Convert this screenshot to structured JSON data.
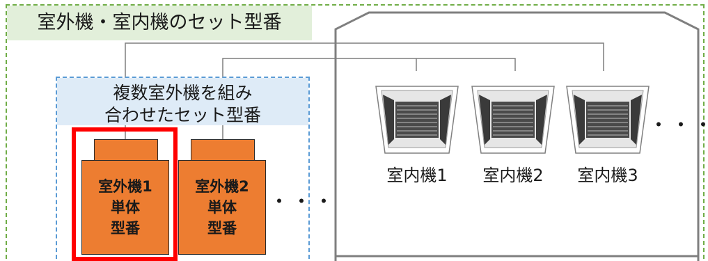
{
  "title": "室外機・室内機のセット型番",
  "set_label": {
    "line1": "複数室外機を組み",
    "line2": "合わせたセット型番"
  },
  "outdoor_units": [
    {
      "line1": "室外機1",
      "line2": "単体",
      "line3": "型番",
      "highlighted": true
    },
    {
      "line1": "室外機2",
      "line2": "単体",
      "line3": "型番",
      "highlighted": false
    }
  ],
  "outdoor_ellipsis": "・・・",
  "indoor_units": [
    {
      "label": "室内機1"
    },
    {
      "label": "室内機2"
    },
    {
      "label": "室内機3"
    }
  ],
  "indoor_ellipsis": "・・・",
  "colors": {
    "outer_frame": "#70ad47",
    "title_bg": "#e2efda",
    "set_frame": "#5b9bd5",
    "set_bg": "#deebf7",
    "unit_fill": "#ed7d31",
    "highlight": "#ff0000",
    "building": "#7f7f7f"
  }
}
